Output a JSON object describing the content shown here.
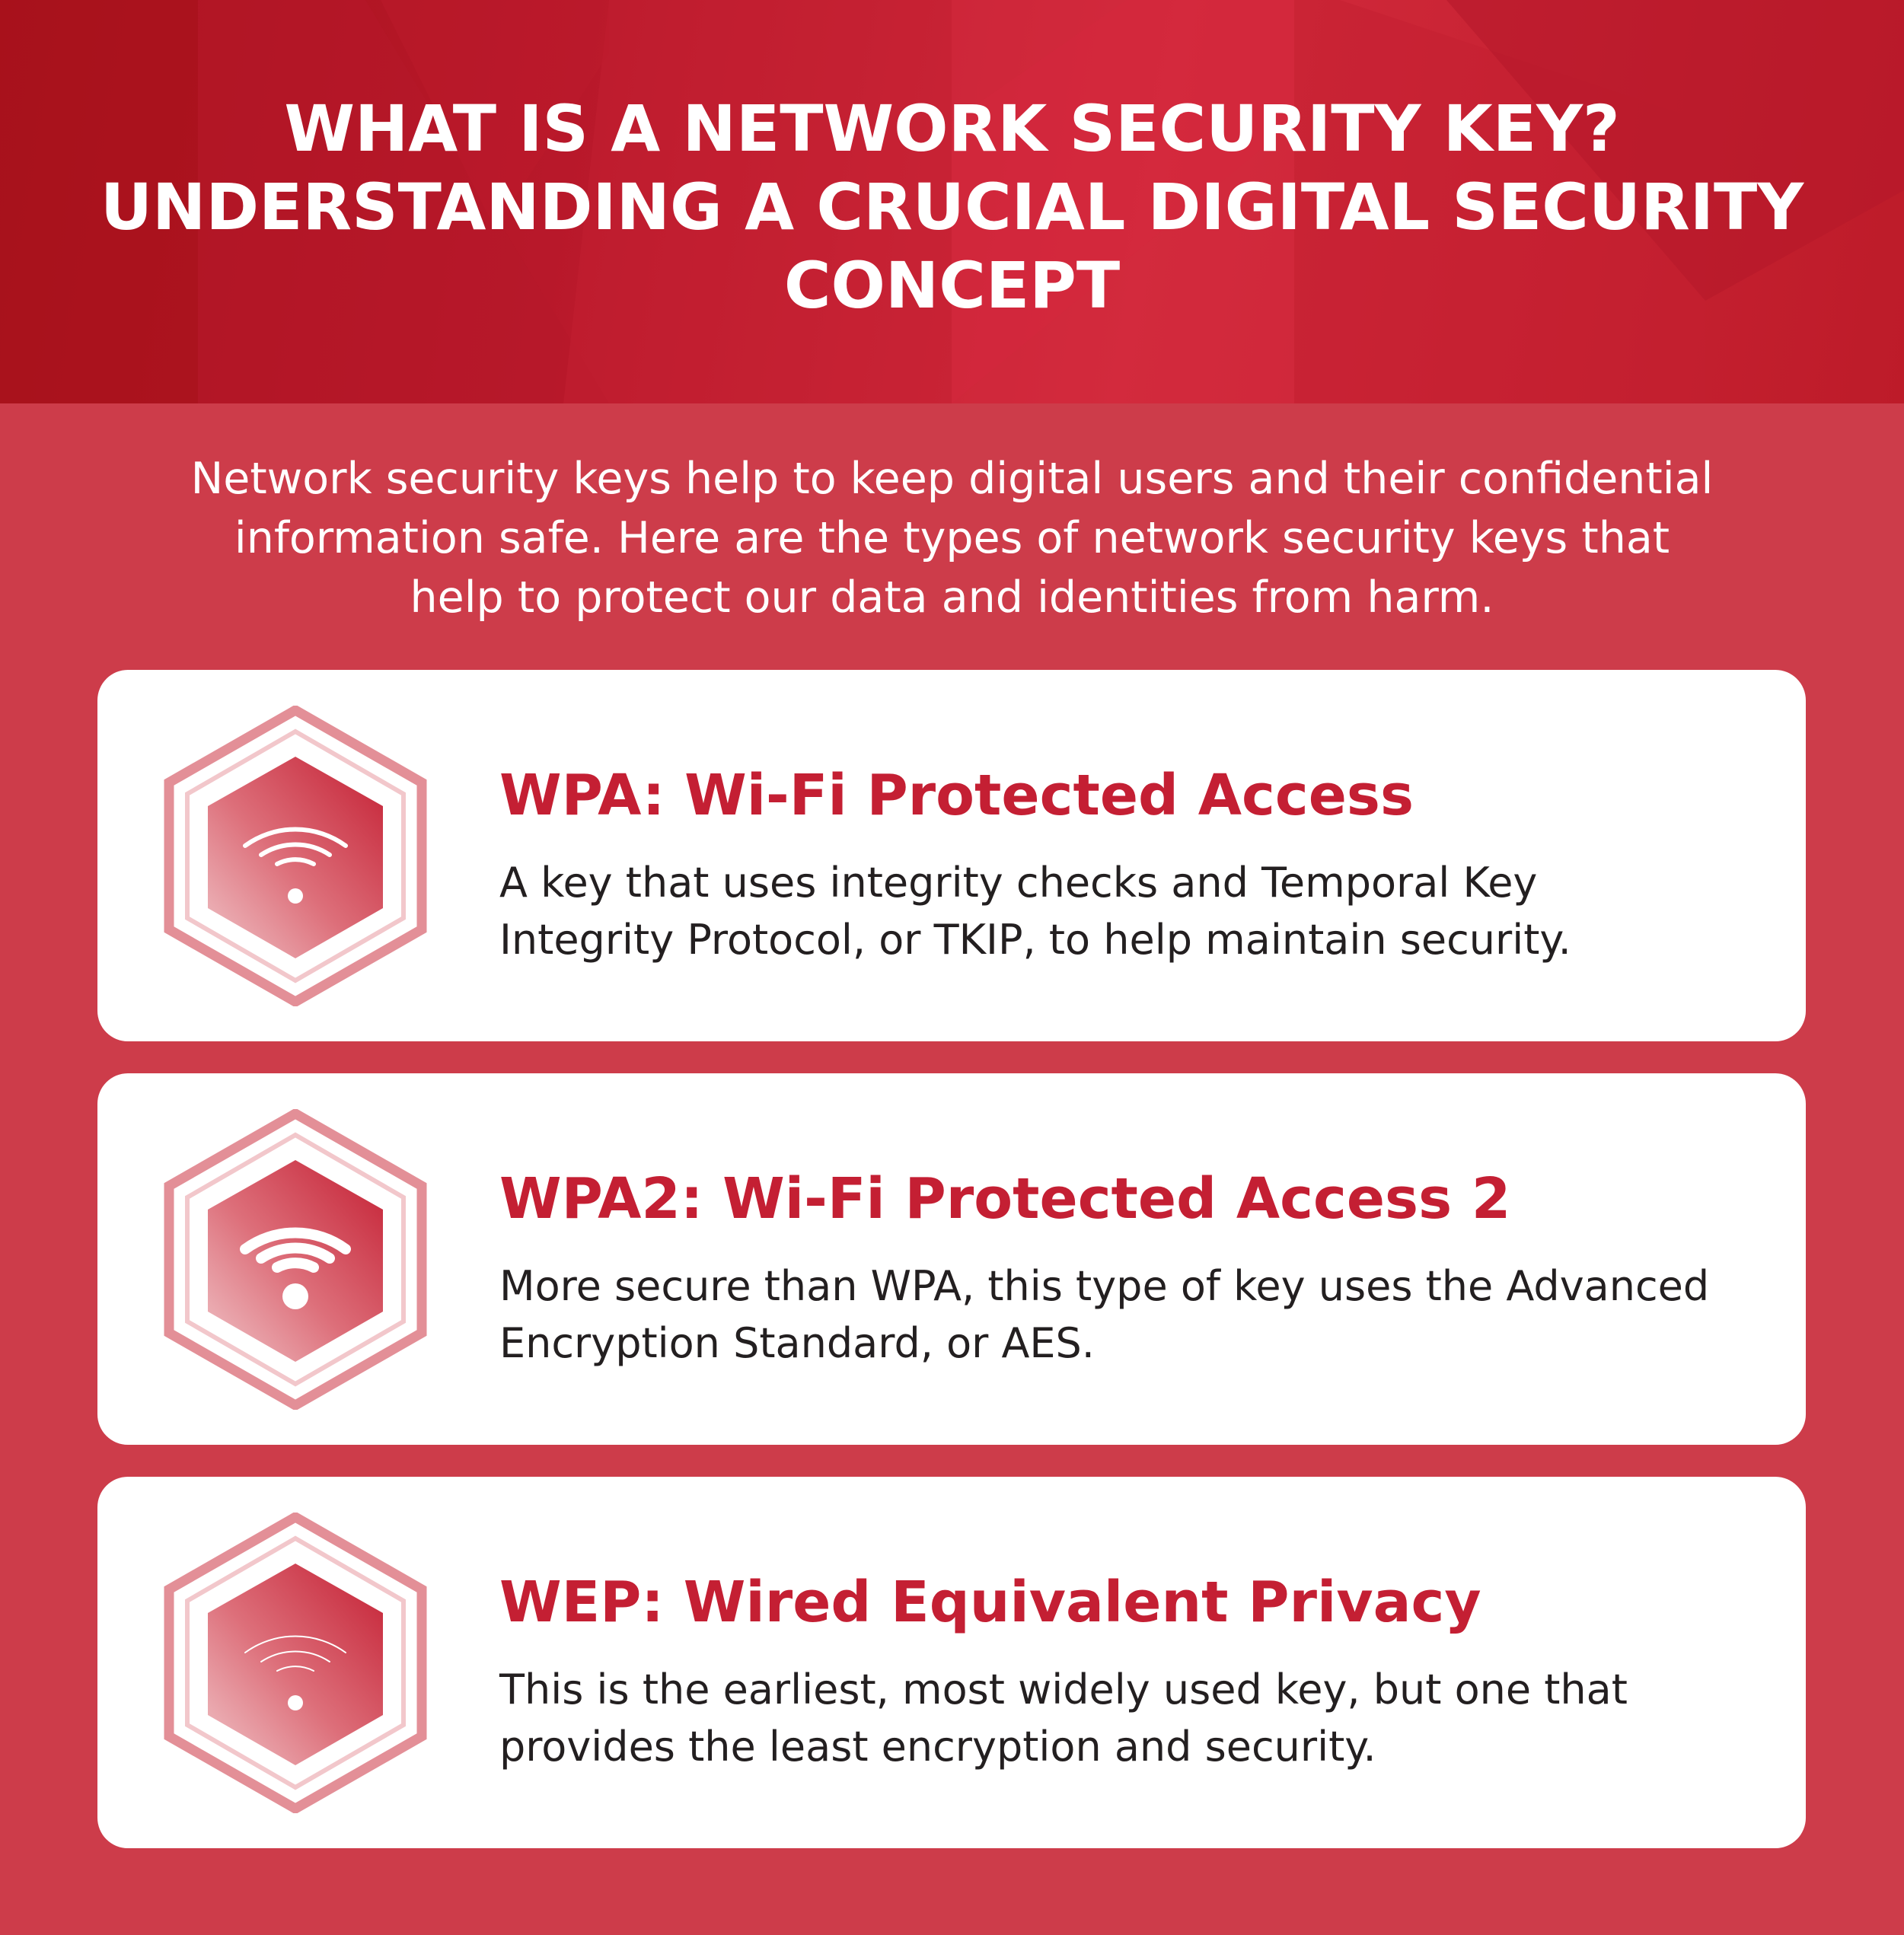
{
  "header": {
    "title_lines": [
      "WHAT IS A NETWORK SECURITY KEY?",
      "UNDERSTANDING A CRUCIAL DIGITAL SECURITY",
      "CONCEPT"
    ]
  },
  "intro": {
    "lines": [
      "Network security keys help to keep digital users and their confidential",
      "information safe. Here are the types of network security keys that",
      "help to protect our data and identities from harm."
    ]
  },
  "cards": [
    {
      "icon": "wifi-icon",
      "heading": "WPA: Wi-Fi Protected Access",
      "desc_lines": [
        "A key that uses integrity checks and Temporal Key",
        "Integrity Protocol, or TKIP, to help maintain security."
      ]
    },
    {
      "icon": "wifi-icon",
      "heading": "WPA2: Wi-Fi Protected Access 2",
      "desc_lines": [
        "More secure than WPA, this type of key uses the Advanced",
        "Encryption Standard, or AES."
      ]
    },
    {
      "icon": "wifi-icon",
      "heading": "WEP: Wired Equivalent Privacy",
      "desc_lines": [
        "This is the earliest, most widely used key, but one that",
        "provides the least encryption and security."
      ]
    }
  ],
  "colors": {
    "header_dark": "#a8111b",
    "header_light": "#d62a3e",
    "body_bg": "#cd3c4a",
    "card_bg": "#ffffff",
    "heading_red": "#c41f33",
    "body_text": "#231f20"
  }
}
